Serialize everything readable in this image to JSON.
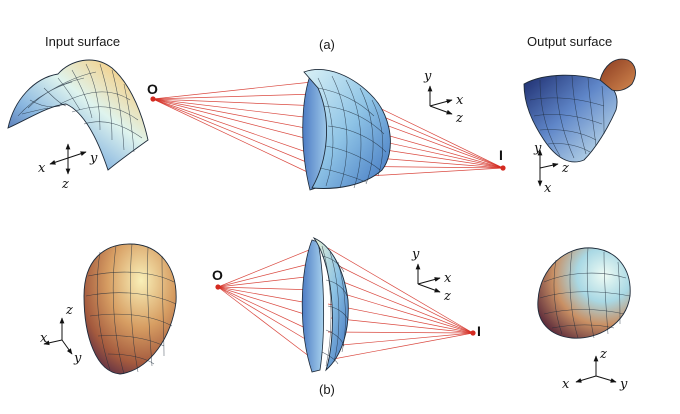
{
  "headers": {
    "input_surface": "Input surface",
    "output_surface": "Output surface"
  },
  "panels": {
    "top_label": "(a)",
    "bottom_label": "(b)"
  },
  "points": {
    "object": "O",
    "image": "I"
  },
  "axes": {
    "top_input": {
      "x": "x",
      "y": "y",
      "z": "z"
    },
    "top_mid": {
      "y": "y",
      "x": "x",
      "z": "z"
    },
    "top_output": {
      "y": "y",
      "z": "z",
      "x": "x"
    },
    "bot_input": {
      "z": "z",
      "x": "x",
      "y": "y"
    },
    "bot_mid": {
      "y": "y",
      "x": "x",
      "z": "z"
    },
    "bot_output": {
      "z": "z",
      "x": "x",
      "y": "y"
    }
  },
  "colors": {
    "ray": "#d42a20",
    "cool_surface": "#6fa0d8",
    "warm_surface": "#d89a60"
  }
}
